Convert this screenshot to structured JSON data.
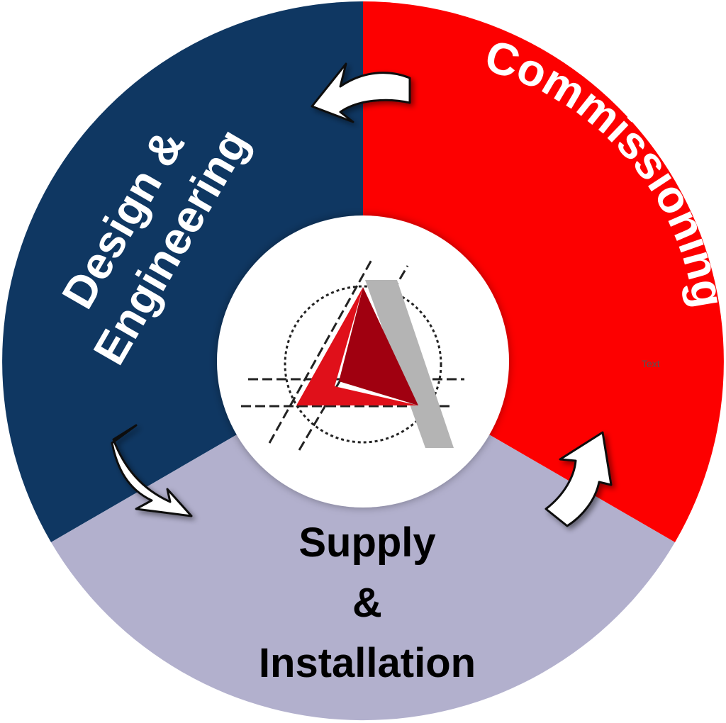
{
  "segments": [
    {
      "label": "Design &",
      "label2": "Engineering",
      "color": "#0f3762",
      "text_color": "#ffffff"
    },
    {
      "label": "Commissioning",
      "color": "#fd0000",
      "text_color": "#ffffff"
    },
    {
      "label": "Supply",
      "label2": "&",
      "label3": "Installation",
      "color": "#b2b0cd",
      "text_color": "#000000"
    }
  ],
  "placeholder_text": "Text",
  "arrows": [
    "curved-arrow-top",
    "curved-arrow-left",
    "curved-arrow-right"
  ],
  "center_logo": {
    "icon": "triangle-a-logo-icon",
    "primary": "#e0101a",
    "dark": "#a00010",
    "gray": "#b4b4b4"
  }
}
